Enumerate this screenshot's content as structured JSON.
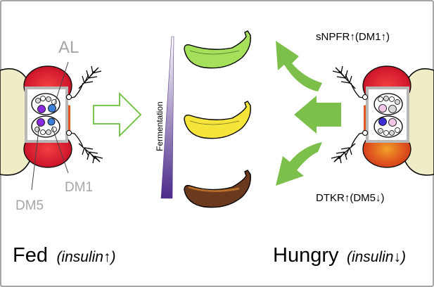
{
  "figure": {
    "frame_color": "#8c8c8c",
    "left_state": {
      "main": "Fed",
      "paren": "(insulin↑)"
    },
    "right_state": {
      "main": "Hungry",
      "paren": "(insulin↓)"
    },
    "left_head_labels": {
      "al": "AL",
      "dm1": "DM1",
      "dm5": "DM5"
    },
    "gradient_label": "Fermentation",
    "gradient_colors": {
      "top": "#ffffff",
      "bottom": "#4b2a8a"
    },
    "right_labels": {
      "top": "sNPFR↑(DM1↑)",
      "bottom": "DTKR↑(DM5↓)"
    },
    "arrow_colors": {
      "left_hollow": "#6bbf3a",
      "right_solid": "#7cc04b"
    },
    "bananas": [
      {
        "stage": "unripe",
        "fill": "#a4e05a",
        "stroke": "#000000"
      },
      {
        "stage": "ripe",
        "fill": "#f5e43a",
        "stroke": "#000000"
      },
      {
        "stage": "overripe",
        "fill": "#6b3a1e",
        "stroke": "#000000"
      }
    ],
    "glomeruli_colors": {
      "fed_dm1": "#3b7fd6",
      "fed_dm5": "#8a2be2",
      "hungry_dm1": "#f1c6e6",
      "hungry_dm5": "#3b2fd6"
    }
  }
}
